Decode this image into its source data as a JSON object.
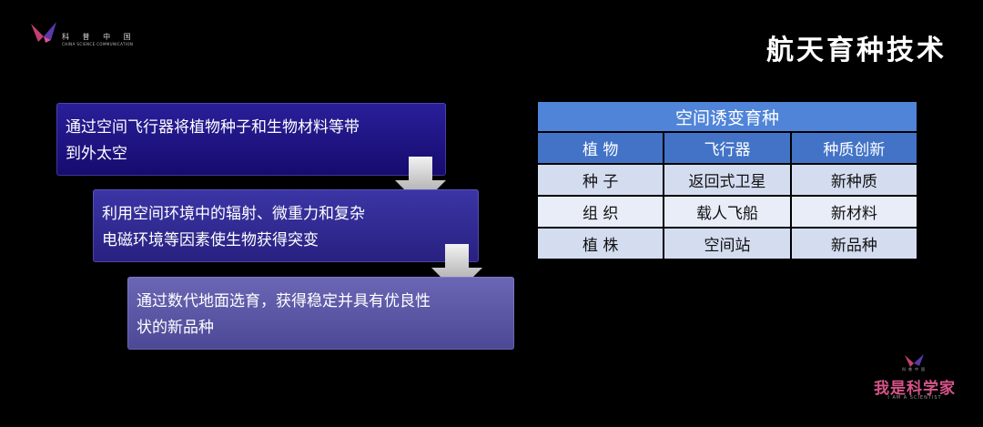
{
  "logo": {
    "cn_text": "科 普 中 国",
    "en_text": "CHINA SCIENCE COMMUNICATION"
  },
  "title": "航天育种技术",
  "steps": [
    {
      "text": "通过空间飞行器将植物种子和生物材料等带到外太空"
    },
    {
      "text": "利用空间环境中的辐射、微重力和复杂电磁环境等因素使生物获得突变"
    },
    {
      "text": "通过数代地面选育，获得稳定并具有优良性状的新品种"
    }
  ],
  "table": {
    "caption": "空间诱变育种",
    "headers": [
      "植  物",
      "飞行器",
      "种质创新"
    ],
    "rows": [
      [
        "种  子",
        "返回式卫星",
        "新种质"
      ],
      [
        "组  织",
        "载人飞船",
        "新材料"
      ],
      [
        "植  株",
        "空间站",
        "新品种"
      ]
    ]
  },
  "brand": {
    "small_text": "科普中国",
    "cn_text": "我是科学家",
    "en_text": "I AM A SCIENTIST"
  },
  "colors": {
    "background": "#000000",
    "step1": "#1e1385",
    "step2": "#312b93",
    "step3": "#5c58a6",
    "table_header": "#4273c7",
    "brand_accent": "#d7548a"
  }
}
